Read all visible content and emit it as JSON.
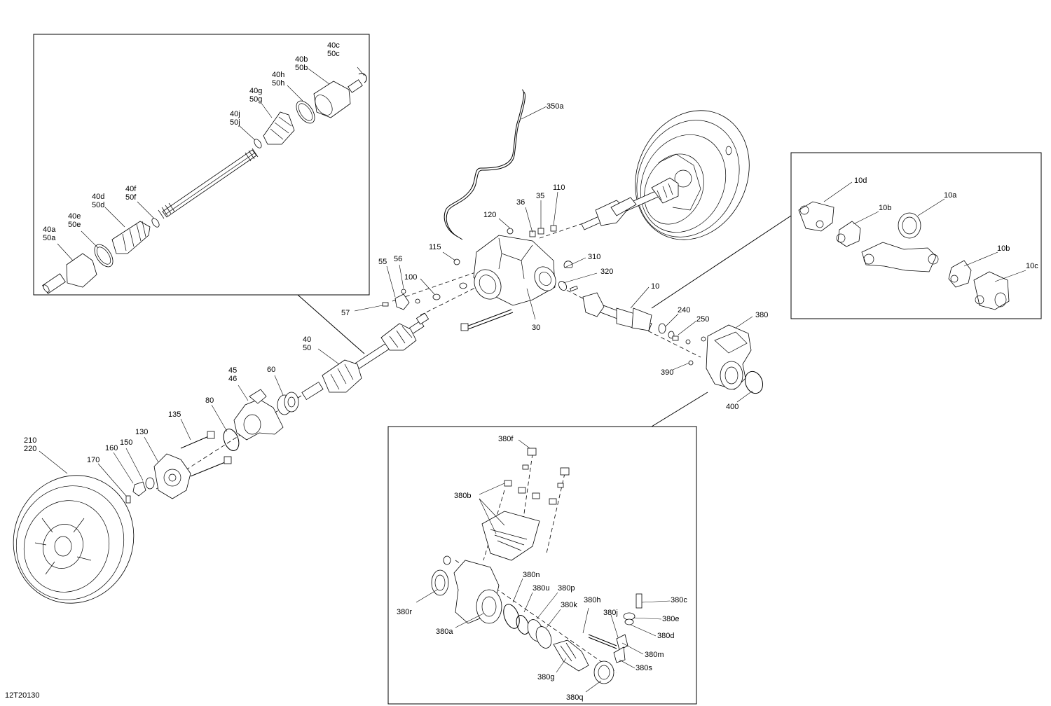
{
  "diagram_id": "12T20130",
  "labels": {
    "40c": "40c",
    "50c": "50c",
    "40b": "40b",
    "50b": "50b",
    "40h": "40h",
    "50h": "50h",
    "40g": "40g",
    "50g": "50g",
    "40j": "40j",
    "50j": "50j",
    "40d": "40d",
    "50d": "50d",
    "40f": "40f",
    "50f": "50f",
    "40e": "40e",
    "50e": "50e",
    "40a": "40a",
    "50a": "50a",
    "350a": "350a",
    "110": "110",
    "35": "35",
    "36": "36",
    "120": "120",
    "115": "115",
    "55": "55",
    "56": "56",
    "100": "100",
    "57": "57",
    "310": "310",
    "320": "320",
    "10": "10",
    "30": "30",
    "240": "240",
    "250": "250",
    "380": "380",
    "390": "390",
    "400": "400",
    "40": "40",
    "50": "50",
    "45": "45",
    "46": "46",
    "60": "60",
    "135": "135",
    "80": "80",
    "130": "130",
    "150": "150",
    "160": "160",
    "170": "170",
    "210": "210",
    "220": "220",
    "10d": "10d",
    "10a": "10a",
    "10b_1": "10b",
    "10b_2": "10b",
    "10c": "10c",
    "380f": "380f",
    "380b": "380b",
    "380n": "380n",
    "380u": "380u",
    "380p": "380p",
    "380k": "380k",
    "380h": "380h",
    "380j": "380j",
    "380c": "380c",
    "380e": "380e",
    "380d": "380d",
    "380m": "380m",
    "380s": "380s",
    "380r": "380r",
    "380a": "380a",
    "380g": "380g",
    "380q": "380q"
  }
}
